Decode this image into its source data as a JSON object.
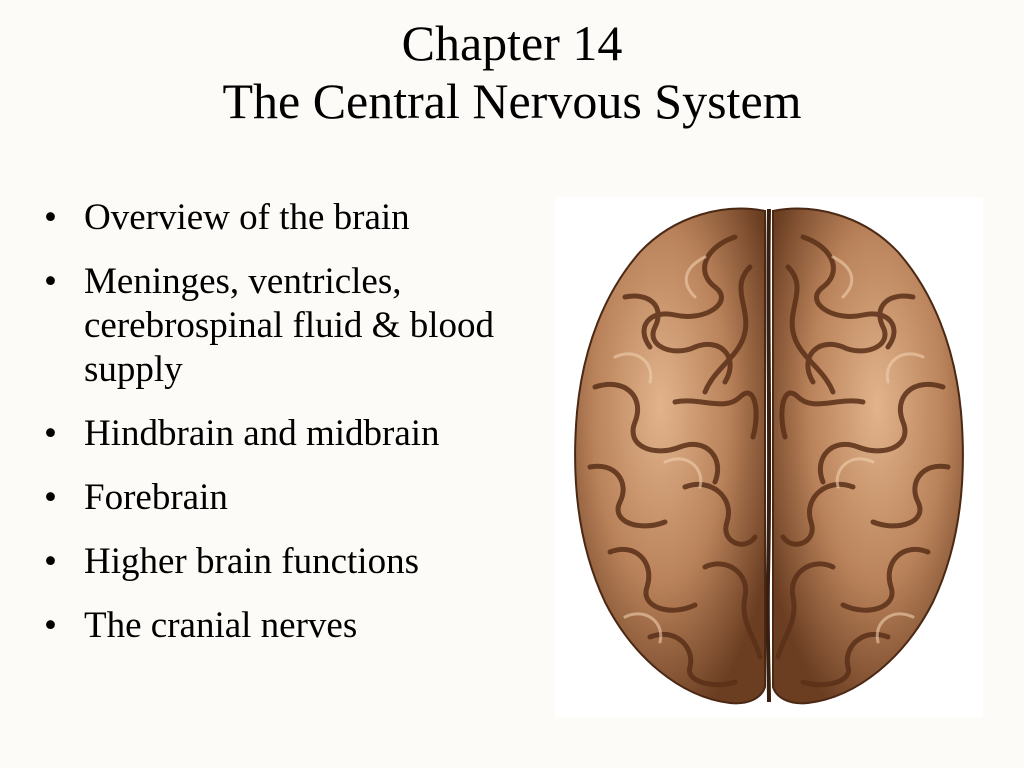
{
  "slide": {
    "title_line1": "Chapter 14",
    "title_line2": "The Central Nervous System",
    "bullets": [
      "Overview of the brain",
      "Meninges, ventricles, cerebrospinal fluid & blood supply",
      "Hindbrain and midbrain",
      "Forebrain",
      "Higher brain functions",
      "The cranial nerves"
    ],
    "bullet_glyph": "•"
  },
  "image": {
    "icon": "brain-illustration",
    "colors": {
      "base": "#b9825a",
      "highlight": "#e9c2a0",
      "shadow": "#6b3e22"
    }
  }
}
